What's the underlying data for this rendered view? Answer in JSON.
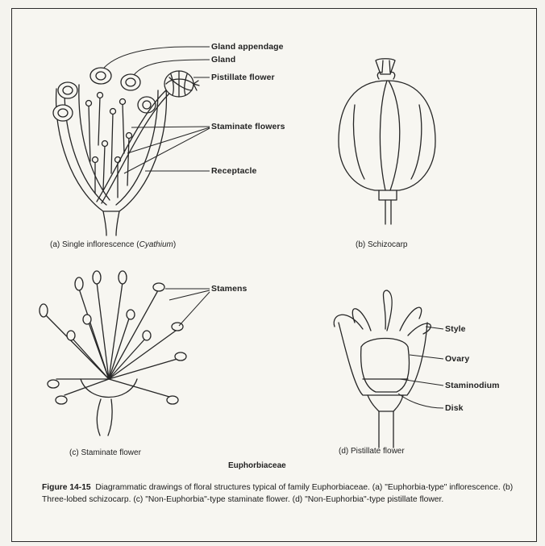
{
  "panel_a": {
    "labels": {
      "gland_appendage": "Gland appendage",
      "gland": "Gland",
      "pistillate_flower": "Pistillate flower",
      "staminate_flowers": "Staminate flowers",
      "receptacle": "Receptacle"
    },
    "caption_prefix": "(a)  Single inflorescence (",
    "caption_italic": "Cyathium",
    "caption_suffix": ")"
  },
  "panel_b": {
    "caption": "(b)  Schizocarp"
  },
  "panel_c": {
    "labels": {
      "stamens": "Stamens"
    },
    "caption": "(c)  Staminate flower"
  },
  "panel_d": {
    "labels": {
      "style": "Style",
      "ovary": "Ovary",
      "staminodium": "Staminodium",
      "disk": "Disk"
    },
    "caption": "(d)  Pistillate flower"
  },
  "family": "Euphorbiaceae",
  "figure_caption": {
    "number": "Figure 14-15",
    "text": "Diagrammatic drawings of floral structures typical of family Euphorbiaceae. (a) \"Euphorbia-type\" inflorescence. (b) Three-lobed schizocarp. (c) \"Non-Euphorbia\"-type staminate flower. (d) \"Non-Euphorbia\"-type pistillate flower."
  }
}
